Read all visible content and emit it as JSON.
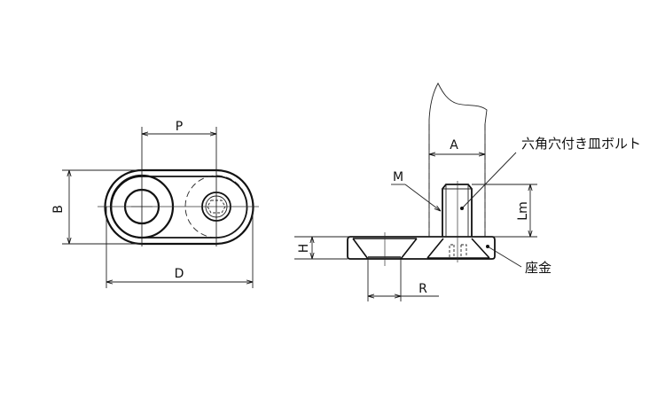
{
  "top_view": {
    "labels": {
      "pitch": "P",
      "width": "B",
      "length": "D"
    }
  },
  "side_view": {
    "labels": {
      "a": "A",
      "thread": "M",
      "thread_length": "Lm",
      "height": "H",
      "radius": "R",
      "bolt": "六角穴付き皿ボルト",
      "washer": "座金"
    }
  }
}
